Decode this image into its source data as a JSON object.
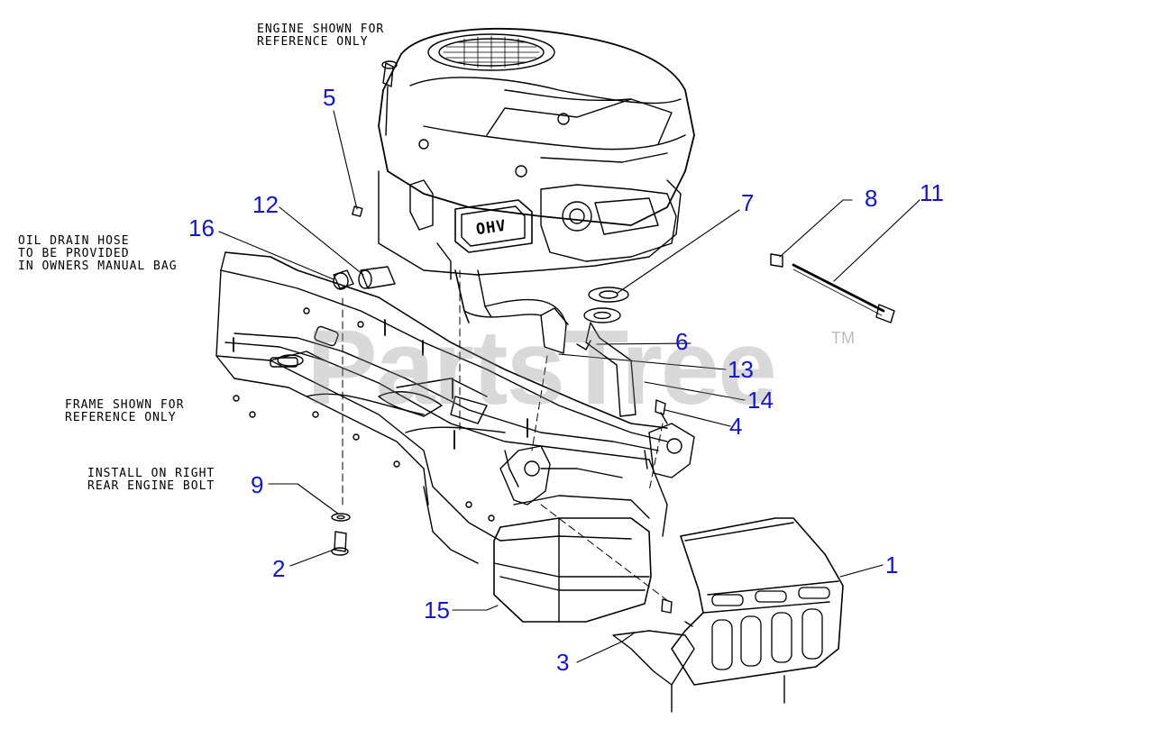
{
  "notes": {
    "engine": [
      "ENGINE SHOWN FOR",
      "REFERENCE ONLY"
    ],
    "oil_hose": [
      "OIL DRAIN HOSE",
      "TO BE PROVIDED",
      "IN OWNERS MANUAL BAG"
    ],
    "frame": [
      "FRAME SHOWN FOR",
      "REFERENCE ONLY"
    ],
    "install": [
      "INSTALL ON RIGHT",
      "REAR ENGINE BOLT"
    ]
  },
  "engine_badge": "OHV",
  "callouts": {
    "c1": "1",
    "c2": "2",
    "c3": "3",
    "c4": "4",
    "c5": "5",
    "c6": "6",
    "c7": "7",
    "c8": "8",
    "c9": "9",
    "c11": "11",
    "c12": "12",
    "c13": "13",
    "c14": "14",
    "c15": "15",
    "c16": "16"
  },
  "watermark": {
    "text": "PartsTree",
    "tm": "TM"
  },
  "colors": {
    "callout": "#1515c8",
    "line": "#000000",
    "watermark": "#8c8c8c"
  }
}
